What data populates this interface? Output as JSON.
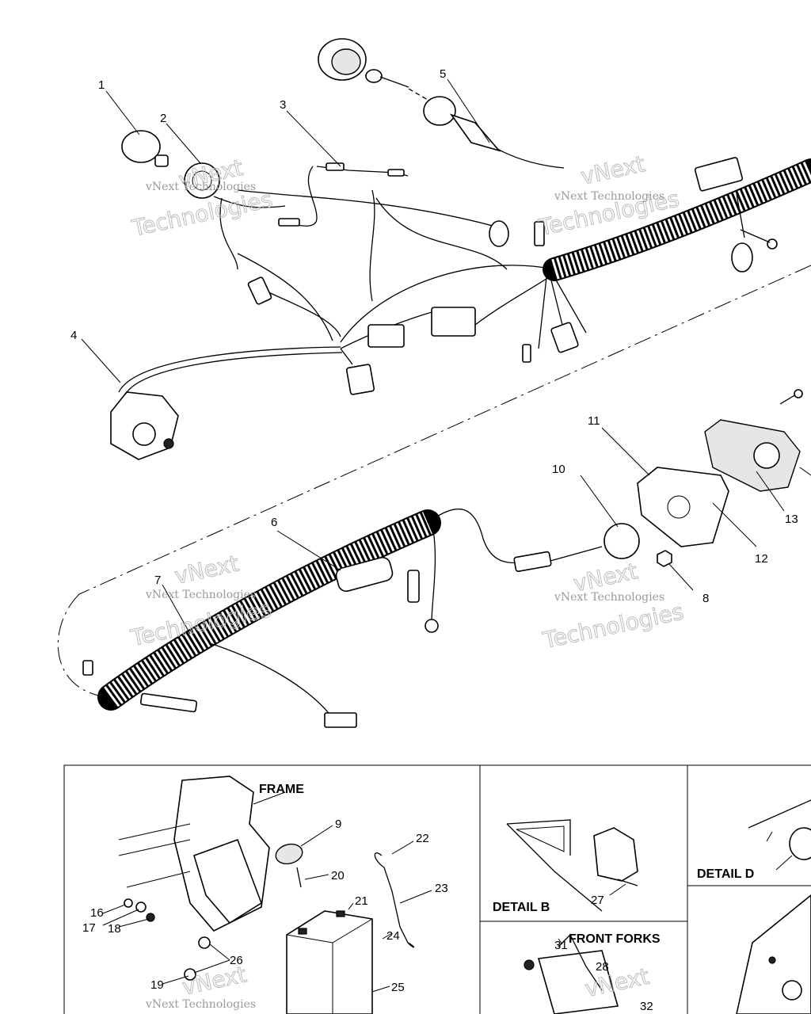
{
  "callouts": [
    "1",
    "2",
    "3",
    "4",
    "5",
    "6",
    "7",
    "8",
    "9",
    "10",
    "11",
    "12",
    "13",
    "16",
    "17",
    "18",
    "19",
    "20",
    "21",
    "22",
    "23",
    "24",
    "25",
    "26",
    "27",
    "28",
    "31",
    "32"
  ],
  "panels": {
    "frame": "FRAME",
    "detail_b": "DETAIL B",
    "detail_d": "DETAIL D",
    "front_forks": "FRONT FORKS"
  },
  "watermark": {
    "line1": "vNext Technologies",
    "outline1": "vNext",
    "outline2": "Technologies"
  }
}
